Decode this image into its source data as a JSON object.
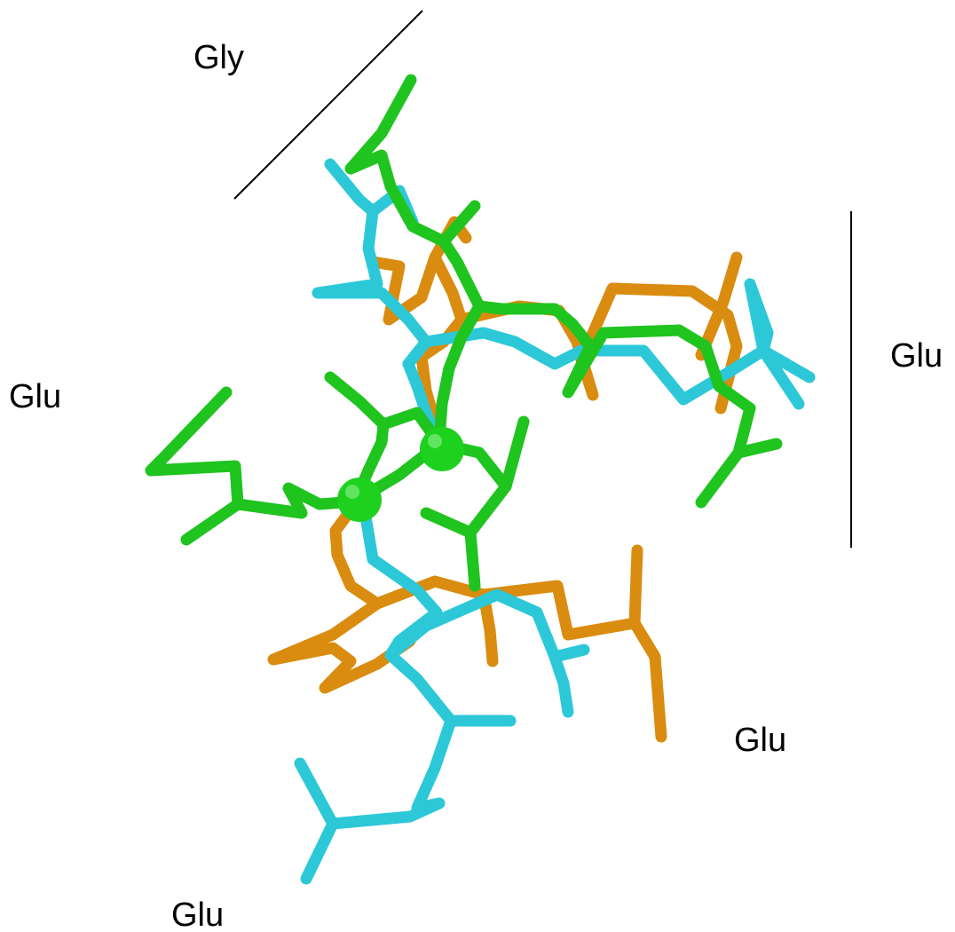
{
  "labels": {
    "gly": "Gly",
    "glu_left": "Glu",
    "glu_right": "Glu",
    "glu_lower_right": "Glu",
    "glu_bottom": "Glu"
  },
  "colors": {
    "background": "#ffffff",
    "structure_green": "#1fc41f",
    "structure_orange": "#d98c0f",
    "structure_cyan": "#2cc8d8",
    "metal_ion": "#1fd11f",
    "marker_line": "#000000",
    "label_text": "#000000"
  },
  "structures": [
    {
      "color_key": "structure_orange"
    },
    {
      "color_key": "structure_cyan"
    },
    {
      "color_key": "structure_green"
    }
  ]
}
